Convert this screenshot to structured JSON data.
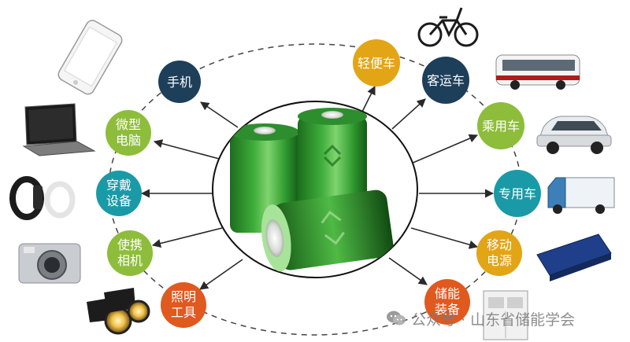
{
  "colors": {
    "navy": "#1d3f5a",
    "green": "#8dbd3a",
    "teal": "#1a9aa6",
    "orange": "#e0591f",
    "gold": "#e2a516",
    "arrow": "#2a2a2a",
    "dash": "#444444"
  },
  "center": {
    "image": "green-battery-cells"
  },
  "nodes": {
    "phone": {
      "lines": [
        "手机"
      ],
      "color": "navy",
      "icon": "smartphone"
    },
    "laptop": {
      "lines": [
        "微型",
        "电脑"
      ],
      "color": "green",
      "icon": "laptop"
    },
    "wearable": {
      "lines": [
        "穿戴",
        "设备"
      ],
      "color": "teal",
      "icon": "smart-band"
    },
    "camera": {
      "lines": [
        "使携",
        "相机"
      ],
      "color": "green",
      "icon": "digital-camera"
    },
    "lighting": {
      "lines": [
        "照明",
        "工具"
      ],
      "color": "orange",
      "icon": "flashlight"
    },
    "light_vehicle": {
      "lines": [
        "轻便车"
      ],
      "color": "gold",
      "icon": "e-bike"
    },
    "bus": {
      "lines": [
        "客运车"
      ],
      "color": "navy",
      "icon": "bus"
    },
    "car": {
      "lines": [
        "乘用车"
      ],
      "color": "green",
      "icon": "passenger-car"
    },
    "truck": {
      "lines": [
        "专用车"
      ],
      "color": "teal",
      "icon": "truck"
    },
    "power_bank": {
      "lines": [
        "移动",
        "电源"
      ],
      "color": "gold",
      "icon": "power-bank"
    },
    "storage": {
      "lines": [
        "储能",
        "装备"
      ],
      "color": "orange",
      "icon": "storage-cabinet"
    }
  },
  "watermark": {
    "text": "公众号 · 山东省储能学会",
    "icon": "wechat-icon"
  }
}
